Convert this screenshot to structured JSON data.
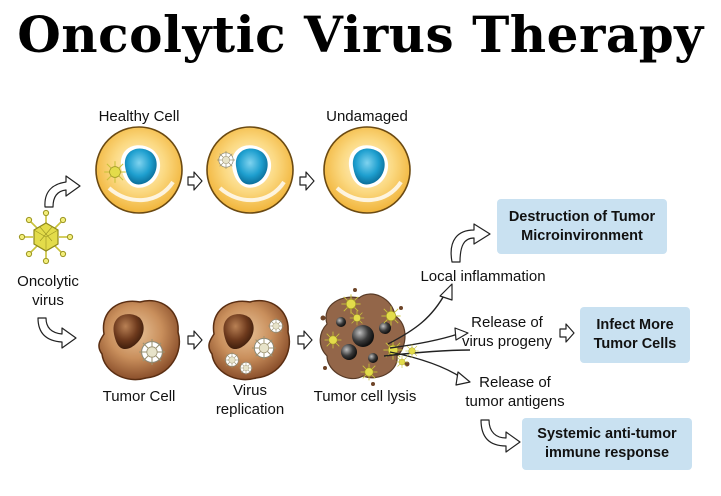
{
  "title": "Oncolytic Virus Therapy",
  "labels": {
    "healthy_cell": "Healthy Cell",
    "undamaged": "Undamaged",
    "oncolytic_virus_line1": "Oncolytic",
    "oncolytic_virus_line2": "virus",
    "tumor_cell": "Tumor Cell",
    "virus_replication_line1": "Virus",
    "virus_replication_line2": "replication",
    "tumor_cell_lysis": "Tumor cell lysis",
    "local_inflammation": "Local inflammation",
    "release_progeny_line1": "Release of",
    "release_progeny_line2": "virus progeny",
    "release_antigens_line1": "Release of",
    "release_antigens_line2": "tumor antigens"
  },
  "boxes": {
    "destruction_line1": "Destruction of Tumor",
    "destruction_line2": "Microinvironment",
    "infect_line1": "Infect More",
    "infect_line2": "Tumor Cells",
    "systemic_line1": "Systemic anti-tumor",
    "systemic_line2": "immune response"
  },
  "colors": {
    "box_fill": "#c9e1f1",
    "healthy_cell_fill": "#f6c45a",
    "nucleus": "#1e9fcf",
    "tumor_cell_fill": "#9a5a33",
    "virus": "#d7d43a"
  },
  "icons": [
    "virus-icon",
    "healthy-cell-icon",
    "tumor-cell-icon",
    "lysed-cell-icon",
    "arrow-icon"
  ]
}
